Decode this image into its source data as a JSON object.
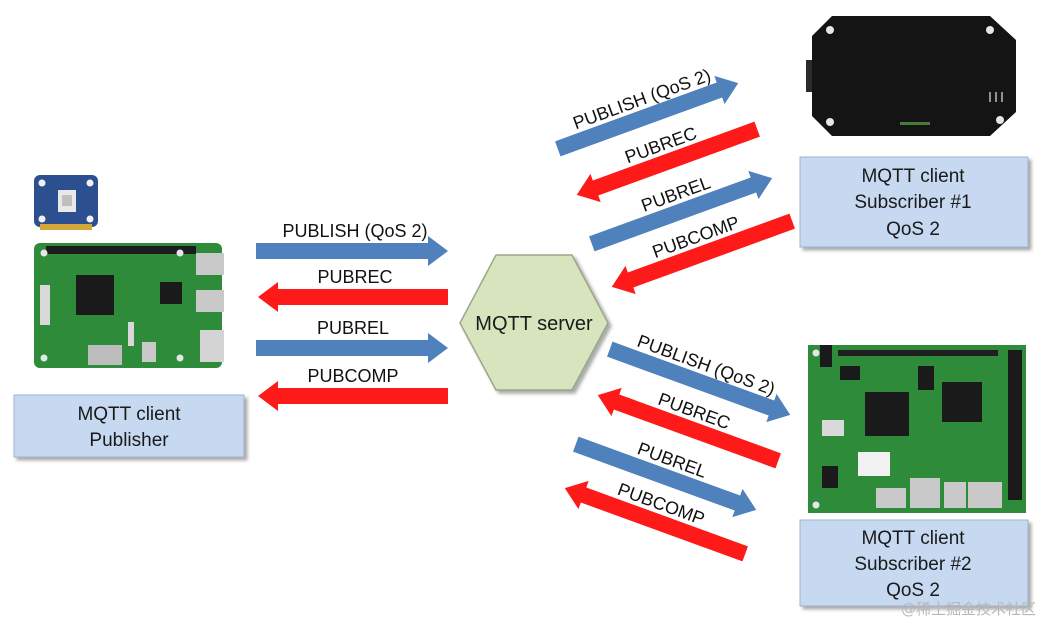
{
  "colors": {
    "request_arrow": "#4f81bd",
    "response_arrow": "#ff1a1a",
    "client_box_fill": "#c6d9f1",
    "server_fill": "#d7e4bd",
    "server_stroke": "#9aa88a",
    "board_green": "#2e8b3a"
  },
  "publisher": {
    "device_icon": "raspberry-pi-board-icon",
    "sensor_icon": "sensor-module-icon",
    "box": {
      "line1": "MQTT client",
      "line2": "Publisher"
    }
  },
  "server": {
    "label": "MQTT server",
    "shape": "hexagon"
  },
  "subscriber1": {
    "device_icon": "beaglebone-board-icon",
    "box": {
      "line1": "MQTT client",
      "line2": "Subscriber #1",
      "line3": "QoS 2"
    }
  },
  "subscriber2": {
    "device_icon": "dev-board-icon",
    "box": {
      "line1": "MQTT client",
      "line2": "Subscriber #2",
      "line3": "QoS 2"
    }
  },
  "flows": {
    "publisher_to_server": [
      "PUBLISH (QoS 2)",
      "PUBREC",
      "PUBREL",
      "PUBCOMP"
    ],
    "server_to_sub1": [
      "PUBLISH (QoS 2)",
      "PUBREC",
      "PUBREL",
      "PUBCOMP"
    ],
    "server_to_sub2": [
      "PUBLISH (QoS 2)",
      "PUBREC",
      "PUBREL",
      "PUBCOMP"
    ]
  },
  "watermark": "@稀土掘金技术社区"
}
